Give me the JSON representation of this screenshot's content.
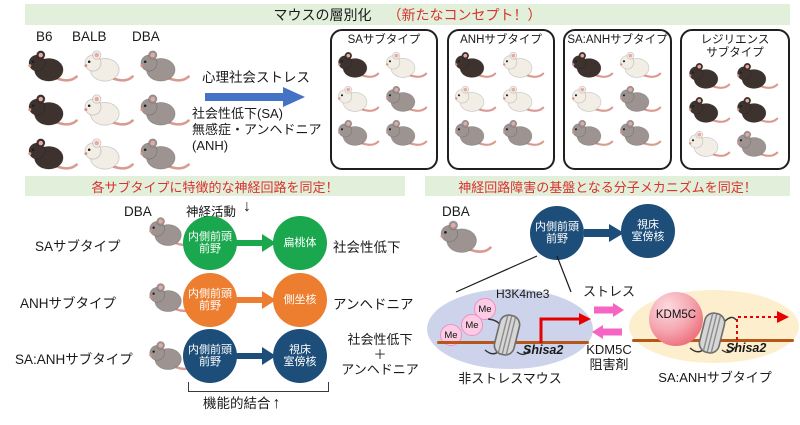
{
  "title": {
    "main": "マウスの層別化",
    "highlight": "（新たなコンセプト！）"
  },
  "mouse_colors": {
    "dark": "#3d322e",
    "white": "#f2eee6",
    "gray": "#9d9492"
  },
  "strains": {
    "labels": [
      "B6",
      "BALB",
      "DBA"
    ],
    "grid": [
      "dark",
      "white",
      "gray",
      "dark",
      "white",
      "gray",
      "dark",
      "white",
      "gray"
    ]
  },
  "stress_top": {
    "label": "心理社会ストレス",
    "lines": [
      "社会性低下(SA)",
      "無感症・アンヘドニア",
      "(ANH)"
    ]
  },
  "subtypes": [
    {
      "label_lines": [
        "SAサブタイプ"
      ],
      "mice": [
        "dark",
        "white",
        "white",
        "gray",
        "gray",
        "gray"
      ]
    },
    {
      "label_lines": [
        "ANHサブタイプ"
      ],
      "mice": [
        "dark",
        "white",
        "white",
        "white",
        "gray",
        "gray"
      ]
    },
    {
      "label_lines": [
        "SA:ANHサブタイプ"
      ],
      "mice": [
        "dark",
        "white",
        "white",
        "gray",
        "gray",
        "gray"
      ]
    },
    {
      "label_lines": [
        "レジリエンス",
        "サブタイプ"
      ],
      "mice": [
        "dark",
        "dark",
        "dark",
        "dark",
        "white",
        "gray"
      ]
    }
  ],
  "circuits": {
    "header": "各サブタイプに特徴的な神経回路を同定！",
    "strain_label": "DBA",
    "activity_label": "神経活動",
    "activity_arrow": "↓",
    "rows": [
      {
        "label": "SAサブタイプ",
        "from_lines": [
          "内側前頭",
          "前野"
        ],
        "to_lines": [
          "扁桃体",
          ""
        ],
        "outcome_lines": [
          "社会性低下"
        ],
        "color": "#1aa74d"
      },
      {
        "label": "ANHサブタイプ",
        "from_lines": [
          "内側前頭",
          "前野"
        ],
        "to_lines": [
          "側坐核",
          ""
        ],
        "outcome_lines": [
          "アンヘドニア"
        ],
        "color": "#ed7d2f"
      },
      {
        "label": "SA:ANHサブタイプ",
        "from_lines": [
          "内側前頭",
          "前野"
        ],
        "to_lines": [
          "視床",
          "室傍核"
        ],
        "outcome_lines": [
          "社会性低下",
          "＋",
          "アンヘドニア"
        ],
        "color": "#1d4e79"
      }
    ],
    "bracket_label": "機能的結合",
    "bracket_arrow": "↑"
  },
  "mechanism": {
    "header": "神経回路障害の基盤となる分子メカニズムを同定！",
    "strain_label": "DBA",
    "from_lines": [
      "内側前頭",
      "前野"
    ],
    "to_lines": [
      "視床",
      "室傍核"
    ],
    "circuit_color": "#1d4e79",
    "left_cell": {
      "mark": "H3K4me3",
      "me": "Me",
      "gene": "Shisa2",
      "caption": "非ストレスマウス"
    },
    "middle": {
      "stress": "ストレス",
      "inhibitor_lines": [
        "KDM5C",
        "阻害剤"
      ]
    },
    "right_cell": {
      "enzyme": "KDM5C",
      "gene": "Shisa2",
      "caption": "SA:ANHサブタイプ"
    }
  },
  "colors": {
    "section_bg": "#e2efda",
    "heading_red": "#d8332c",
    "stress_arrow_blue": "#4472c4",
    "green": "#1aa74d",
    "orange": "#ed7d2f",
    "navy": "#1d4e79",
    "cell_left_bg": "#ccd3ea",
    "cell_right_bg": "#fdeecd",
    "dna": "#b5571b",
    "transcription_red": "#e60000",
    "pink_arrow": "#f466c1",
    "me_fill": "#fbcce4",
    "me_border": "#ef8fc7",
    "kdm5c_fill": "#ee6a74"
  }
}
